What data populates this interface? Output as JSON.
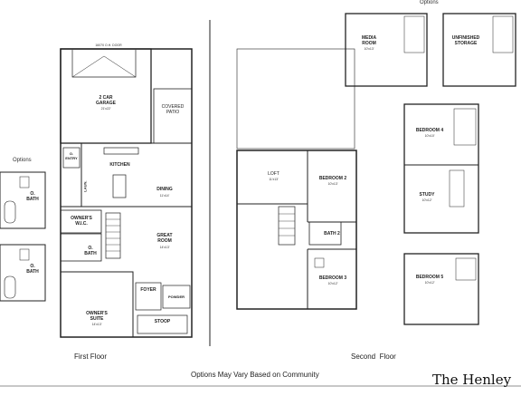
{
  "headers": {
    "options_top": "Options",
    "options_left": "Options"
  },
  "first_floor": {
    "caption": "First Floor",
    "rooms": {
      "garage": "2 CAR\nGARAGE",
      "garage_dims": "21'x22'",
      "garage_door": "16070 O.H. DOOR",
      "patio": "COVERED\nPATIO",
      "kitchen": "KITCHEN",
      "dining": "DINING",
      "dining_dims": "11'x14'",
      "entry": "O.\nENTRY",
      "laundry": "LAUN.",
      "owners_wic": "OWNER'S\nW.I.C.",
      "owners_bath": "O.\nBATH",
      "great_room": "GREAT\nROOM",
      "great_room_dims": "14'x13'",
      "foyer": "FOYER",
      "powder": "POWDER",
      "owners_suite": "OWNER'S\nSUITE",
      "owners_suite_dims": "14'x13'",
      "stoop": "STOOP"
    }
  },
  "second_floor": {
    "caption": "Second  Floor",
    "rooms": {
      "loft": "LOFT",
      "loft_dims": "11'x13'",
      "bedroom2": "BEDROOM 2",
      "bedroom2_dims": "10'x13'",
      "bath2": "BATH 2",
      "bedroom3": "BEDROOM 3",
      "bedroom3_dims": "10'x12'"
    }
  },
  "options_left": {
    "bath_a": "O.\nBATH",
    "bath_b": "O.\nBATH"
  },
  "options_right": {
    "media_room": "MEDIA\nROOM",
    "media_room_dims": "10'x13'",
    "unfinished_storage": "UNFINISHED\nSTORAGE",
    "bedroom4": "BEDROOM 4",
    "bedroom4_dims": "10'x10'",
    "study": "STUDY",
    "study_dims": "10'x12'",
    "bedroom5": "BEDROOM 5",
    "bedroom5_dims": "10'x12'"
  },
  "footer": {
    "note": "Options May Vary Based on Community",
    "plan_name": "The Henley"
  }
}
